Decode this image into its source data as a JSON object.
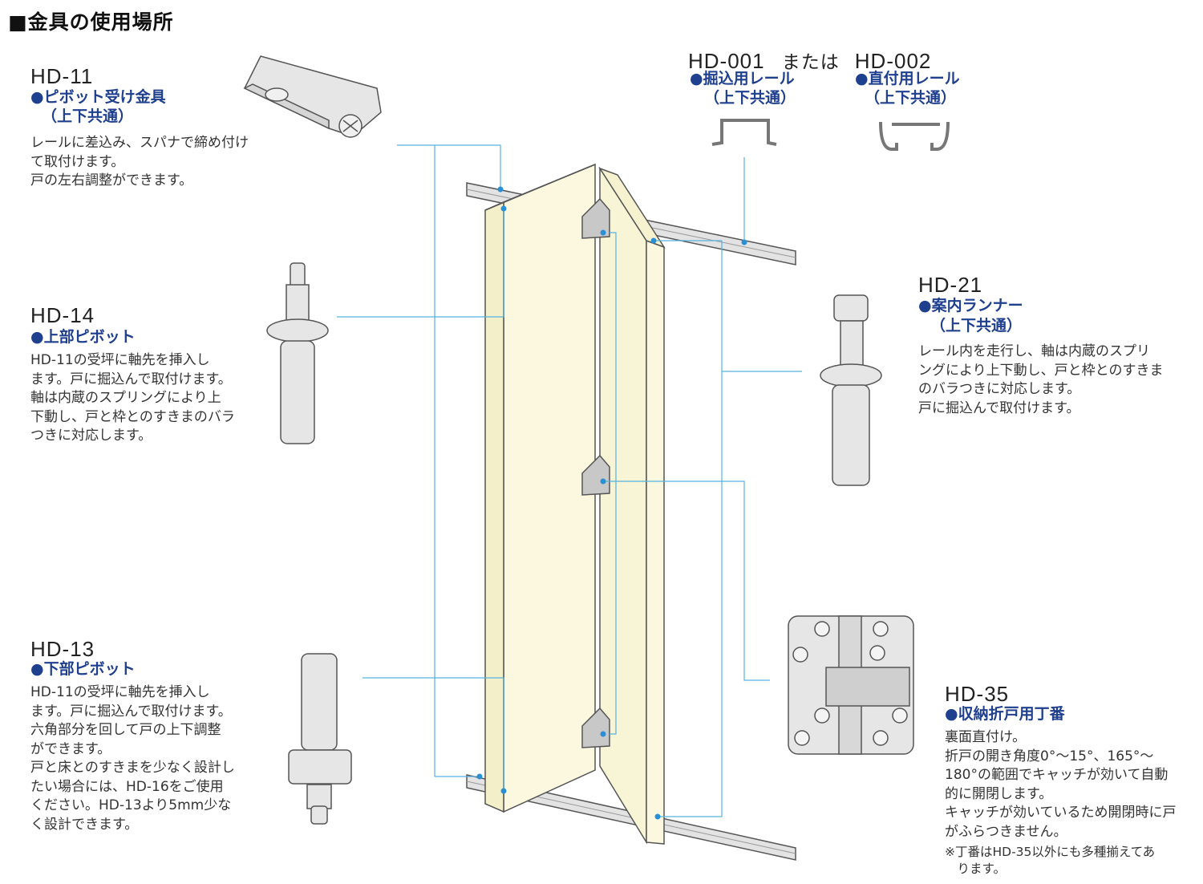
{
  "title": "■金具の使用場所",
  "rails": {
    "code_a": "HD-001",
    "joiner": "または",
    "code_b": "HD-002",
    "name_a": "●掘込用レール",
    "sub_a": "（上下共通）",
    "name_b": "●直付用レール",
    "sub_b": "（上下共通）"
  },
  "parts": {
    "hd11": {
      "code": "HD-11",
      "name": "●ピボット受け金具",
      "sub": "（上下共通）",
      "desc": "レールに差込み、スパナで締め付け\nて取付けます。\n戸の左右調整ができます。"
    },
    "hd14": {
      "code": "HD-14",
      "name": "●上部ピボット",
      "desc": "HD-11の受坪に軸先を挿入し\nます。戸に掘込んで取付けます。\n軸は内蔵のスプリングにより上\n下動し、戸と枠とのすきまのバラ\nつきに対応します。"
    },
    "hd13": {
      "code": "HD-13",
      "name": "●下部ピボット",
      "desc": "HD-11の受坪に軸先を挿入し\nます。戸に掘込んで取付けます。\n六角部分を回して戸の上下調整\nができます。\n戸と床とのすきまを少なく設計し\nたい場合には、HD-16をご使用\nください。HD-13より5mm少な\nく設計できます。"
    },
    "hd21": {
      "code": "HD-21",
      "name": "●案内ランナー",
      "sub": "（上下共通）",
      "desc": "レール内を走行し、軸は内蔵のスプリ\nングにより上下動し、戸と枠とのすきま\nのバラつきに対応します。\n戸に掘込んで取付けます。"
    },
    "hd35": {
      "code": "HD-35",
      "name": "●収納折戸用丁番",
      "desc": "裏面直付け。\n折戸の開き角度0°～15°、165°～\n180°の範囲でキャッチが効いて自動\n的に開閉します。\nキャッチが効いているため開閉時に戸\nがふらつきません。",
      "note": "※丁番はHD-35以外にも多種揃えてあ\n　ります。"
    }
  },
  "colors": {
    "leader": "#56b2e0",
    "dot": "#2b8fd6",
    "door_face": "#fbf8df",
    "door_edge": "#f3efc9",
    "outline": "#555555",
    "metal": "#dcdcdc",
    "accent_blue": "#1f3f8f"
  }
}
